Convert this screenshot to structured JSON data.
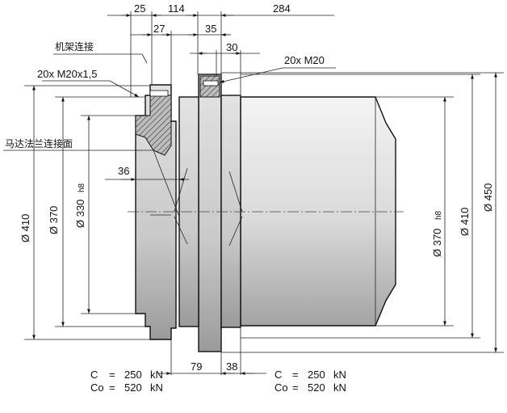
{
  "dimensions": {
    "top_row": {
      "d25": "25",
      "d114": "114",
      "d284": "284"
    },
    "second_row": {
      "d27": "27",
      "d35": "35"
    },
    "third_row": {
      "d30": "30"
    },
    "d36": "36",
    "bottom": {
      "d79": "79",
      "d38": "38"
    },
    "diameters": {
      "left_410": "Ø 410",
      "left_370": "Ø 370",
      "left_330": "Ø 330",
      "left_330_tol": "h8",
      "right_370": "Ø 370",
      "right_370_tol": "h8",
      "right_410": "Ø 410",
      "right_450": "Ø 450"
    }
  },
  "labels": {
    "frame_connection": "机架连接",
    "bolt_left": "20x  M20x1,5",
    "bolt_right": "20x  M20",
    "motor_flange": "马达法兰连接面"
  },
  "load_ratings": {
    "left": {
      "c_label": "C",
      "c_eq": "=",
      "c_value": "250",
      "c_unit": "kN",
      "co_label": "Co",
      "co_eq": "=",
      "co_value": "520",
      "co_unit": "kN"
    },
    "right": {
      "c_label": "C",
      "c_eq": "=",
      "c_value": "250",
      "c_unit": "kN",
      "co_label": "Co",
      "co_eq": "=",
      "co_value": "520",
      "co_unit": "kN"
    }
  },
  "colors": {
    "line": "#111111",
    "body_light": "#eeeeee",
    "body_dark": "#a6a6a6",
    "flange": "#cfcfcf"
  }
}
